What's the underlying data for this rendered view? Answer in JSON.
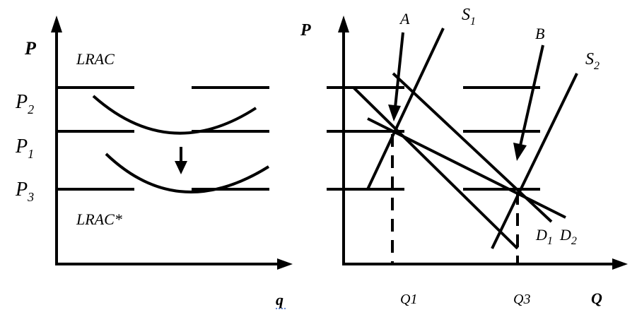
{
  "left_panel": {
    "y_axis_label": "P",
    "x_axis_label": "q",
    "curve_top_label": "LRAC",
    "curve_bottom_label": "LRAC*",
    "price_levels": [
      {
        "base": "P",
        "sub": "2"
      },
      {
        "base": "P",
        "sub": "1"
      },
      {
        "base": "P",
        "sub": "3"
      }
    ]
  },
  "right_panel": {
    "y_axis_label": "P",
    "x_axis_label": "Q",
    "point_labels": [
      "A",
      "B"
    ],
    "supply_labels": [
      {
        "base": "S",
        "sub": "1"
      },
      {
        "base": "S",
        "sub": "2"
      }
    ],
    "demand_labels": [
      {
        "base": "D",
        "sub": "1"
      },
      {
        "base": "D",
        "sub": "2"
      }
    ],
    "quantity_labels": [
      "Q1",
      "Q3"
    ]
  }
}
